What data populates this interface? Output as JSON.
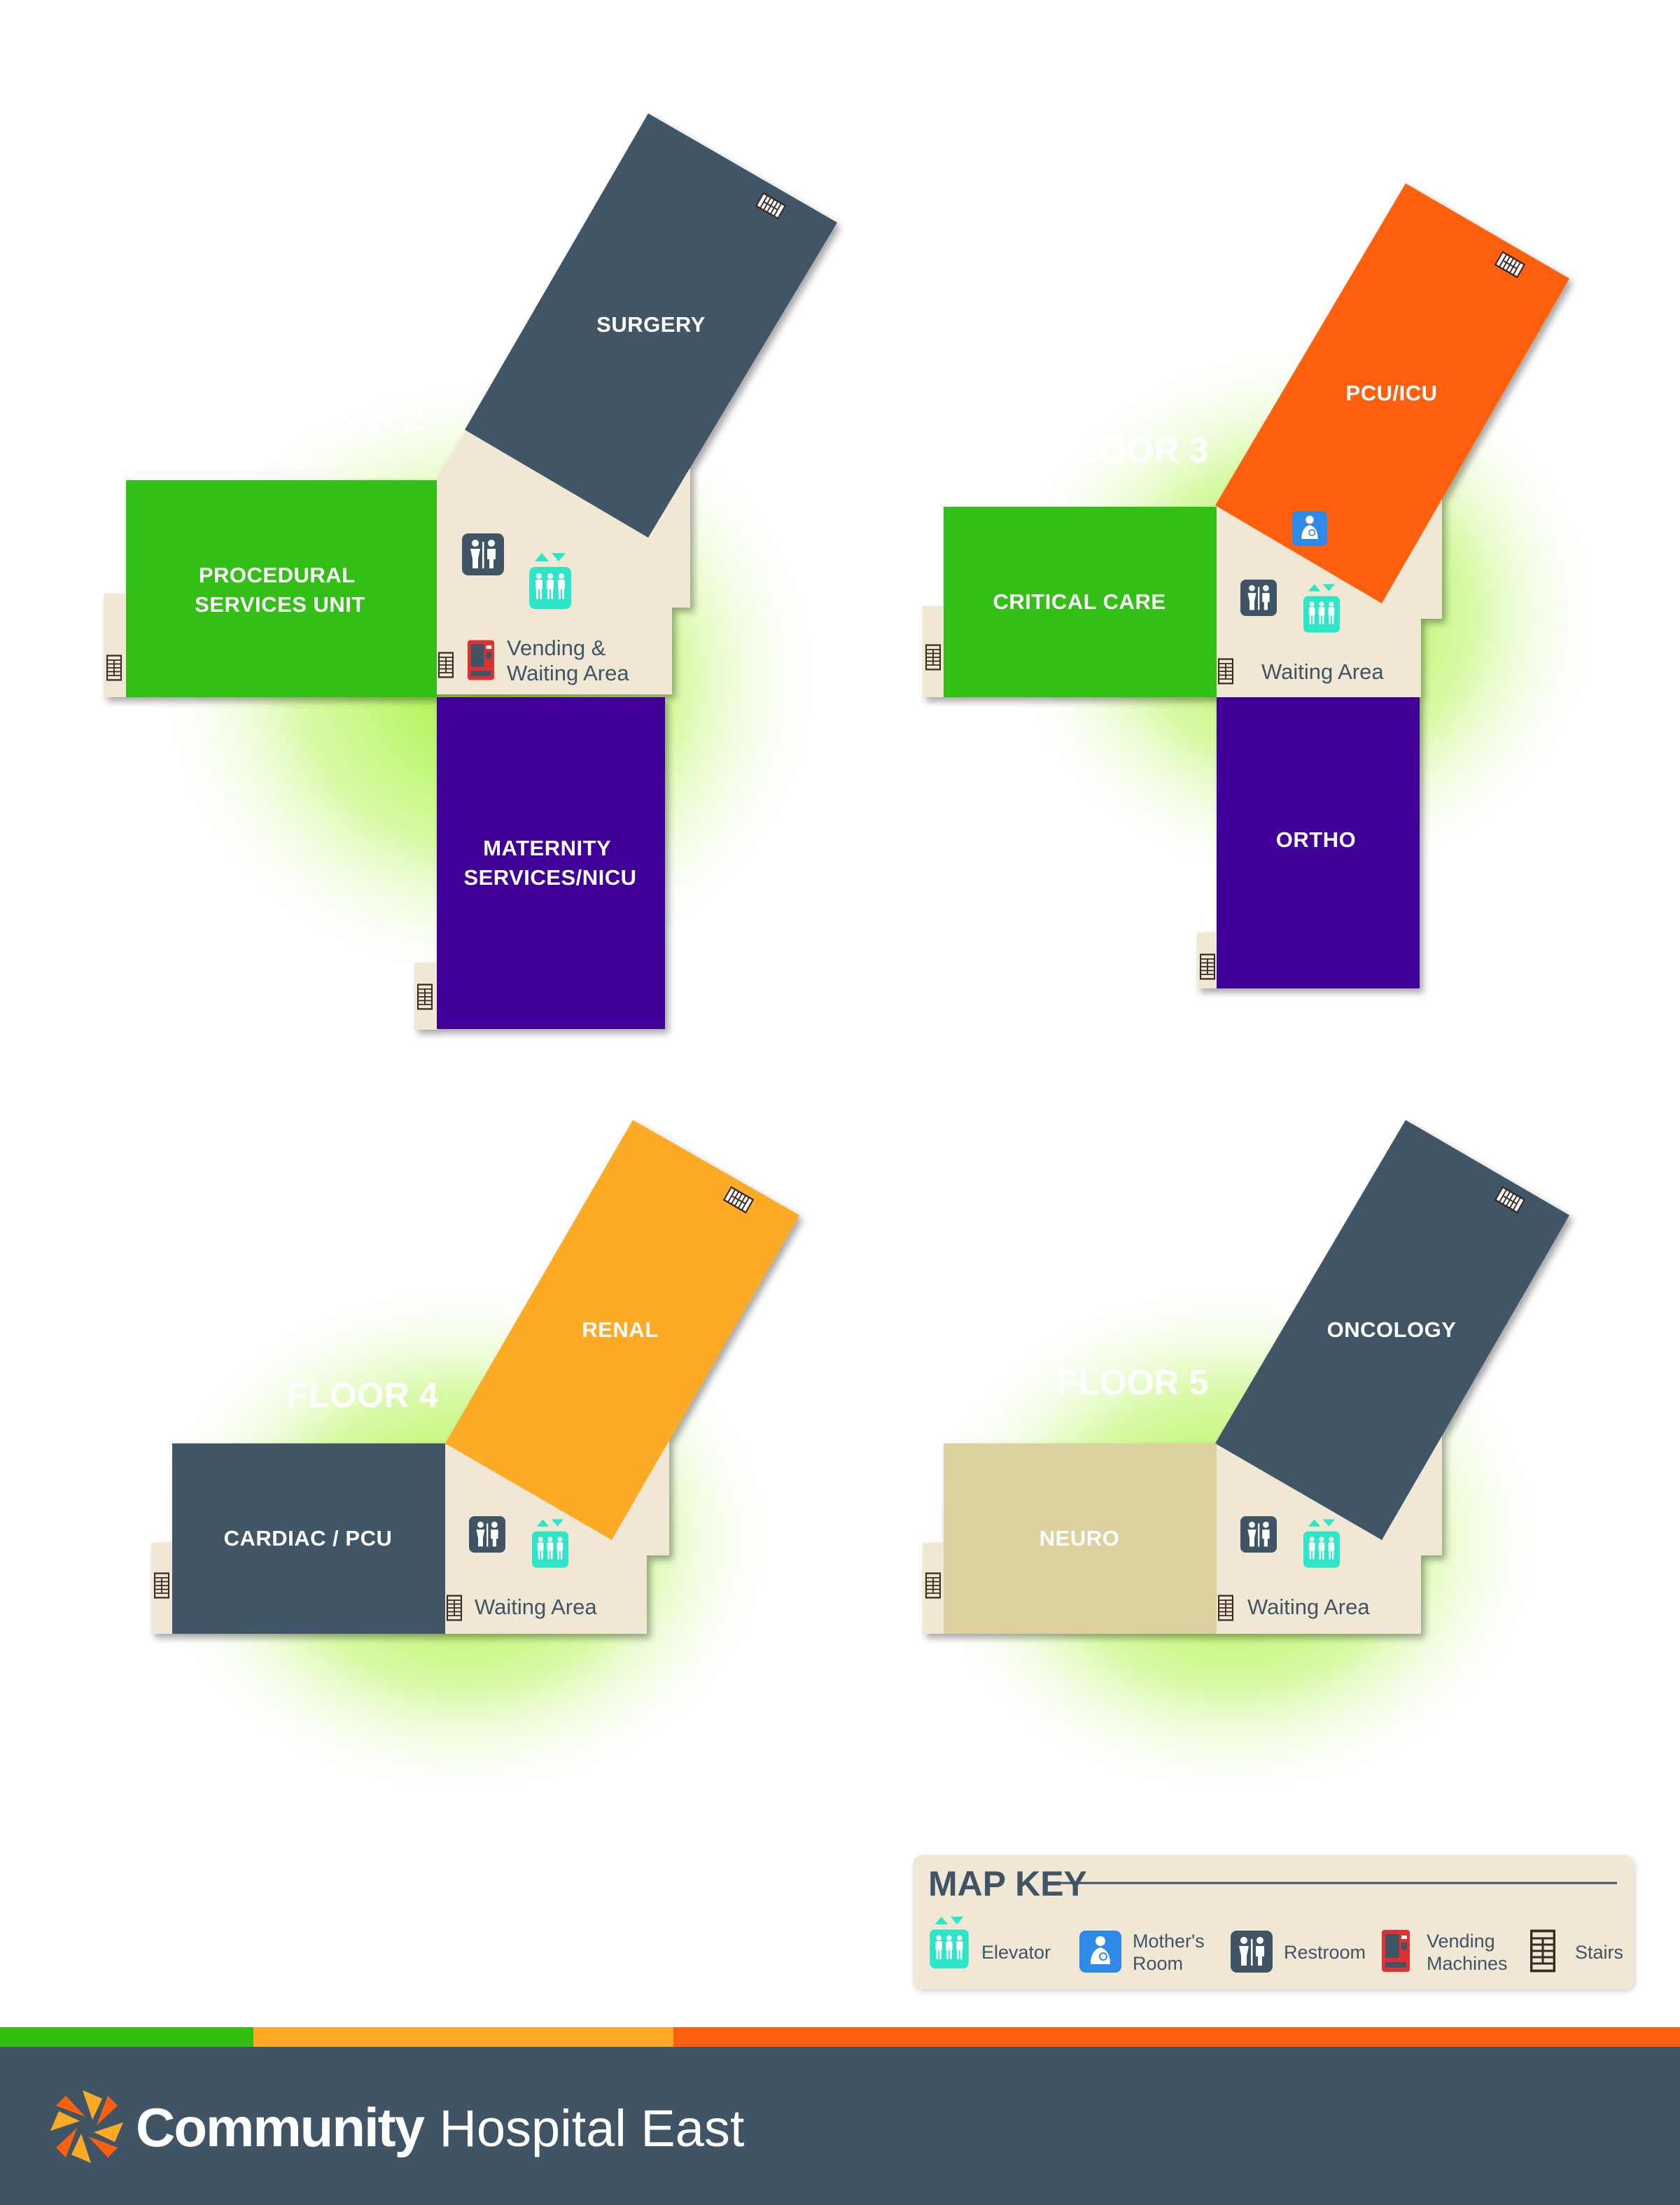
{
  "floors": [
    {
      "label": "FLOOR 2",
      "rooms": [
        {
          "id": "surgery",
          "lines": [
            "SURGERY"
          ],
          "color": "#3f5566"
        },
        {
          "id": "procedural",
          "lines": [
            "PROCEDURAL",
            "SERVICES UNIT"
          ],
          "color": "#33bf12"
        },
        {
          "id": "maternity",
          "lines": [
            "MATERNITY",
            "SERVICES/NICU"
          ],
          "color": "#410098"
        }
      ],
      "waiting": [
        "Vending &",
        "Waiting Area"
      ]
    },
    {
      "label": "FLOOR 3",
      "rooms": [
        {
          "id": "pcu-icu",
          "lines": [
            "PCU/ICU"
          ],
          "color": "#ff6010"
        },
        {
          "id": "critical-care",
          "lines": [
            "CRITICAL CARE"
          ],
          "color": "#33bf12"
        },
        {
          "id": "ortho",
          "lines": [
            "ORTHO"
          ],
          "color": "#410098"
        }
      ],
      "waiting": [
        "Waiting Area"
      ]
    },
    {
      "label": "FLOOR 4",
      "rooms": [
        {
          "id": "renal",
          "lines": [
            "RENAL"
          ],
          "color": "#fdaa26"
        },
        {
          "id": "cardiac-pcu",
          "lines": [
            "CARDIAC / PCU"
          ],
          "color": "#3f5566"
        }
      ],
      "waiting": [
        "Waiting Area"
      ]
    },
    {
      "label": "FLOOR 5",
      "rooms": [
        {
          "id": "oncology",
          "lines": [
            "ONCOLOGY"
          ],
          "color": "#3f5566"
        },
        {
          "id": "neuro",
          "lines": [
            "NEURO"
          ],
          "color": "#ddd19f"
        }
      ],
      "waiting": [
        "Waiting Area"
      ]
    }
  ],
  "map_key": {
    "title": "MAP KEY",
    "items": [
      {
        "id": "elevator",
        "lines": [
          "Elevator"
        ],
        "icon": "elevator-icon"
      },
      {
        "id": "mothers-room",
        "lines": [
          "Mother's",
          "Room"
        ],
        "icon": "mothers-room-icon"
      },
      {
        "id": "restroom",
        "lines": [
          "Restroom"
        ],
        "icon": "restroom-icon"
      },
      {
        "id": "vending",
        "lines": [
          "Vending",
          "Machines"
        ],
        "icon": "vending-machine-icon"
      },
      {
        "id": "stairs",
        "lines": [
          "Stairs"
        ],
        "icon": "stairs-icon"
      }
    ]
  },
  "footer": {
    "brand_bold": "Community",
    "brand_regular": "Hospital East"
  },
  "colors": {
    "corridor": "#f0e8d4",
    "slate": "#3f5566",
    "green": "#33bf12",
    "purple": "#410098",
    "orange": "#ff6010",
    "amber": "#fdaa26",
    "teal": "#2ee6c7",
    "blue": "#2e8ae6",
    "red": "#e03030",
    "glow": "#9cf22a"
  }
}
